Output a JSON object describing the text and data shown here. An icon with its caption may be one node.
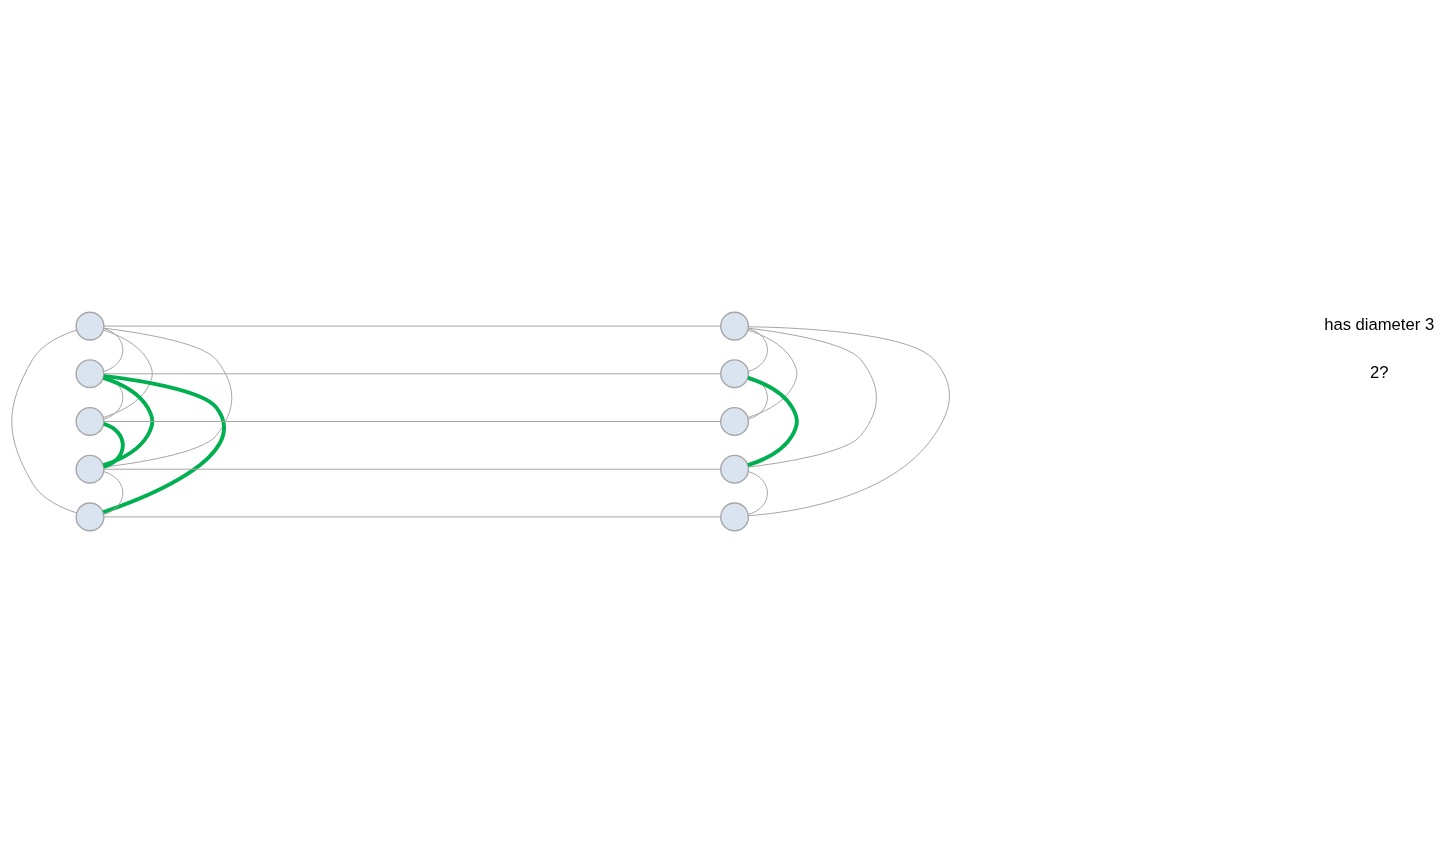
{
  "diagram": {
    "nodes": [
      {
        "text": [],
        "shape": "circle"
      },
      {
        "text": [],
        "shape": "circle"
      },
      {
        "text": [],
        "shape": "circle"
      },
      {
        "text": [],
        "shape": "circle"
      },
      {
        "text": [],
        "shape": "circle"
      },
      {
        "text": [],
        "shape": "circle"
      },
      {
        "text": [],
        "shape": "circle"
      },
      {
        "text": [],
        "shape": "circle"
      },
      {
        "text": [],
        "shape": "circle"
      },
      {
        "text": [],
        "shape": "circle"
      }
    ],
    "edges": [
      {
        "from": 0,
        "to": 1,
        "arrow": "none"
      },
      {
        "from": 0,
        "to": 2,
        "arrow": "none"
      },
      {
        "from": 0,
        "to": 3,
        "arrow": "none"
      },
      {
        "from": 0,
        "to": 4,
        "arrow": "none"
      },
      {
        "from": 0,
        "to": 5,
        "arrow": "none"
      },
      {
        "from": 1,
        "to": 6,
        "arrow": "none"
      },
      {
        "from": 1,
        "to": 7,
        "arrow": "none"
      },
      {
        "from": 1,
        "to": 8,
        "arrow": "none"
      },
      {
        "from": 1,
        "to": 9,
        "arrow": "none"
      },
      {
        "from": 2,
        "to": 3,
        "arrow": "none"
      },
      {
        "from": 4,
        "to": 5,
        "arrow": "none"
      },
      {
        "from": 6,
        "to": 7,
        "arrow": "none"
      },
      {
        "from": 8,
        "to": 9,
        "arrow": "none"
      },
      {
        "from": 2,
        "to": 6,
        "arrow": "none"
      },
      {
        "from": 3,
        "to": 7,
        "arrow": "none"
      },
      {
        "from": 4,
        "to": 8,
        "arrow": "none"
      },
      {
        "from": 5,
        "to": 9,
        "arrow": "none"
      },
      {
        "from": 2,
        "to": 4,
        "arrow": "none",
        "style": "thick",
        "color": "#00b050"
      },
      {
        "from": 2,
        "to": 5,
        "arrow": "none",
        "style": "thick",
        "color": "#00b050"
      },
      {
        "from": 3,
        "to": 4,
        "arrow": "none",
        "style": "thick",
        "color": "#00b050"
      },
      {
        "from": 6,
        "to": 8,
        "arrow": "none",
        "style": "thick",
        "color": "#00b050"
      }
    ],
    "labels": [
      "has diameter 3",
      "2?"
    ]
  }
}
